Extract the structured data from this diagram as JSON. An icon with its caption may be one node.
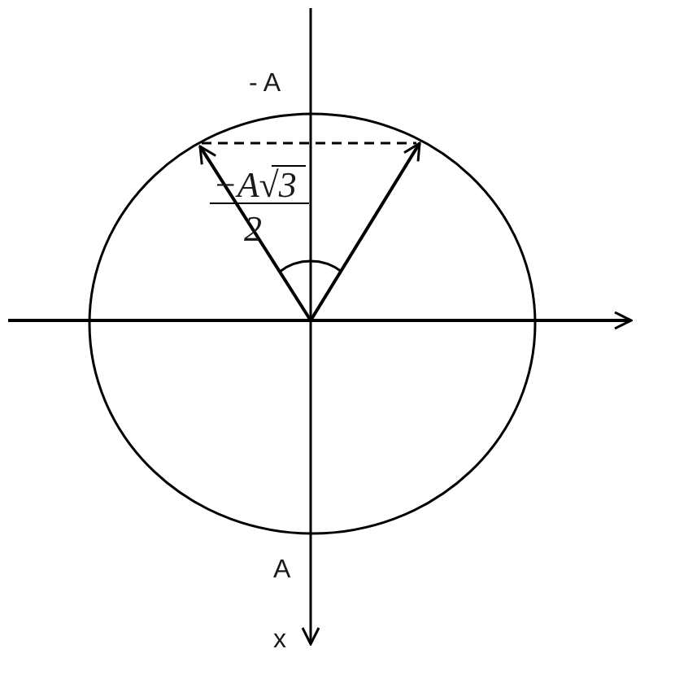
{
  "diagram": {
    "labels": [
      "- A",
      "−A√3",
      "2",
      "A",
      "x"
    ]
  }
}
